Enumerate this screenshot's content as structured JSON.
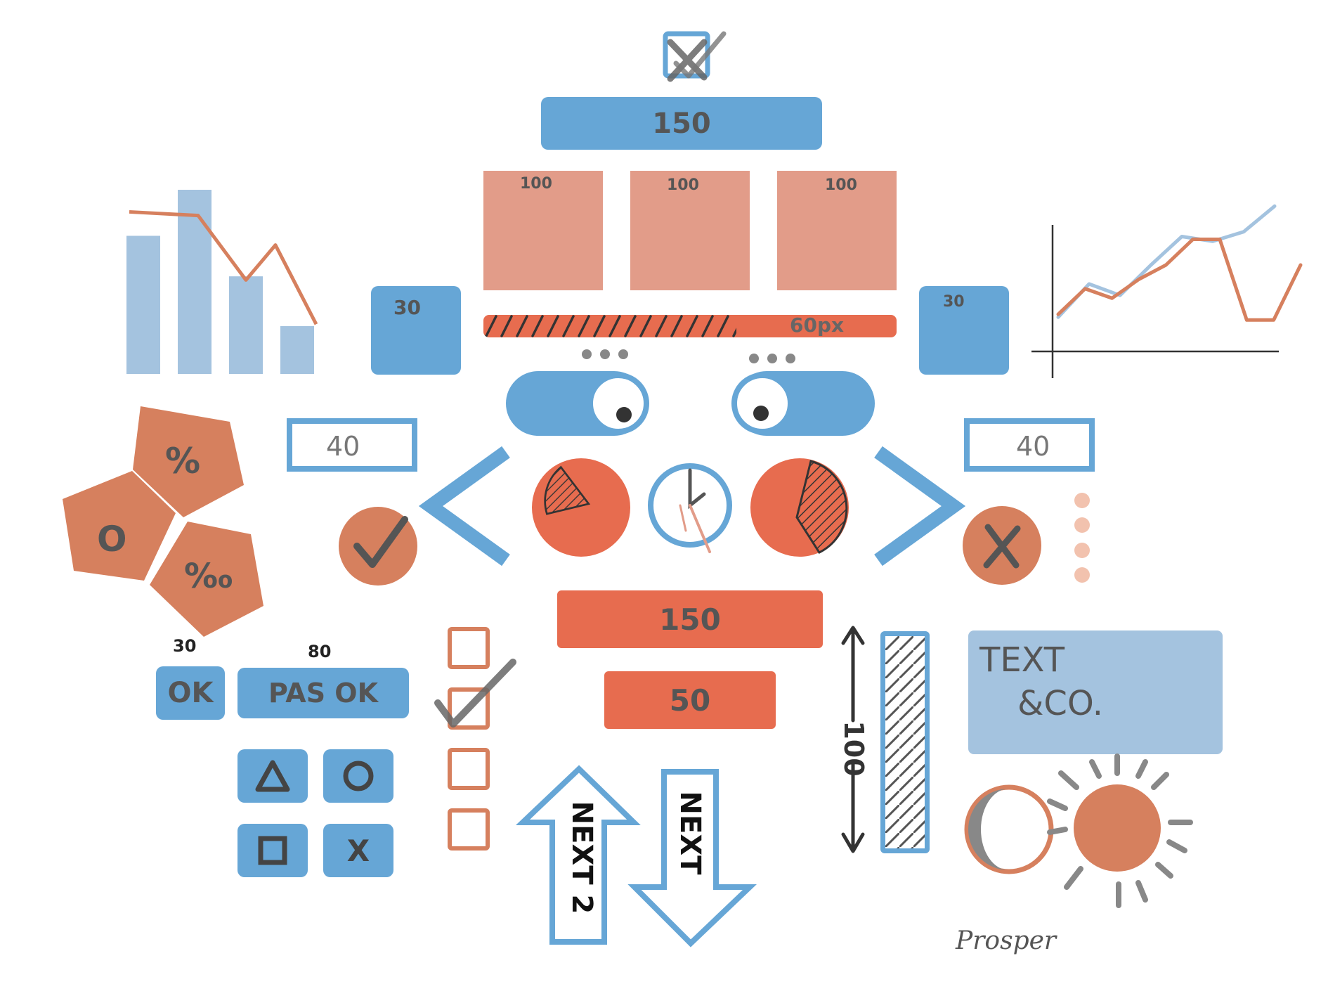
{
  "colors": {
    "blue": "#66a6d6",
    "light_blue": "#a4c3df",
    "salmon": "#e29c89",
    "orange": "#e76c4f",
    "terracotta": "#d6805e",
    "ink": "#555555"
  },
  "top_bar": {
    "label": "150"
  },
  "salmon_blocks": [
    {
      "label": "100"
    },
    {
      "label": "100"
    },
    {
      "label": "100"
    }
  ],
  "side_blocks": {
    "left_label": "30",
    "right_label": "30"
  },
  "progress": {
    "label": "60px",
    "fraction": 0.6
  },
  "toggles": {
    "left_state": "on",
    "right_state": "off"
  },
  "inputs": {
    "left_value": "40",
    "right_value": "40"
  },
  "pentagons": {
    "labels": [
      "%",
      "O",
      "‰"
    ]
  },
  "buttons": {
    "ok": {
      "width_note": "30",
      "label": "OK"
    },
    "pas_ok": {
      "width_note": "80",
      "label": "PAS OK"
    }
  },
  "gamepad": {
    "icons": [
      "triangle-icon",
      "circle-icon",
      "square-icon",
      "cross-icon"
    ],
    "labels": [
      "X"
    ]
  },
  "checkboxes": {
    "count": 4,
    "checked_index": 1
  },
  "bottom_bars": {
    "wide_label": "150",
    "narrow_label": "50"
  },
  "arrows": {
    "up_label": "NEXT 2",
    "down_label": "NEXT"
  },
  "vertical_bar": {
    "label": "100"
  },
  "text_box": {
    "line1": "TEXT",
    "line2": "&CO."
  },
  "signature": {
    "text": "Prosper"
  },
  "bar_chart": {
    "type": "bar",
    "values": [
      75,
      100,
      53,
      26
    ],
    "line_values": [
      88,
      86,
      51,
      70,
      27
    ]
  },
  "line_chart": {
    "type": "line",
    "series": [
      {
        "values": [
          5,
          40,
          28,
          60,
          90,
          85,
          95,
          122
        ]
      },
      {
        "values": [
          8,
          35,
          25,
          45,
          60,
          87,
          87,
          2,
          2,
          60
        ]
      }
    ]
  }
}
